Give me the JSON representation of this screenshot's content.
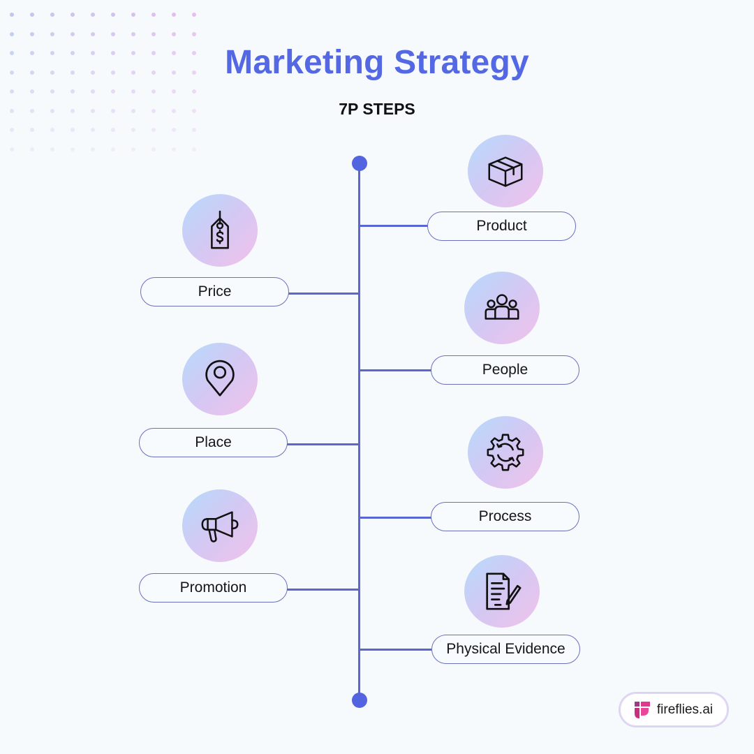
{
  "header": {
    "title": "Marketing Strategy",
    "subtitle": "7P STEPS"
  },
  "colors": {
    "accent": "#5568e3",
    "spine": "#5a67d3",
    "background": "#f6fafd",
    "gradient_start": "#b6dafc",
    "gradient_end": "#f1c2ea"
  },
  "steps": [
    {
      "label": "Product",
      "icon": "package-box-icon",
      "side": "right"
    },
    {
      "label": "Price",
      "icon": "price-tag-icon",
      "side": "left"
    },
    {
      "label": "People",
      "icon": "people-group-icon",
      "side": "right"
    },
    {
      "label": "Place",
      "icon": "location-pin-icon",
      "side": "left"
    },
    {
      "label": "Process",
      "icon": "gear-cycle-icon",
      "side": "right"
    },
    {
      "label": "Promotion",
      "icon": "megaphone-icon",
      "side": "left"
    },
    {
      "label": "Physical Evidence",
      "icon": "document-pen-icon",
      "side": "right"
    }
  ],
  "brand": {
    "name": "fireflies.ai",
    "icon": "fireflies-logo-icon"
  }
}
